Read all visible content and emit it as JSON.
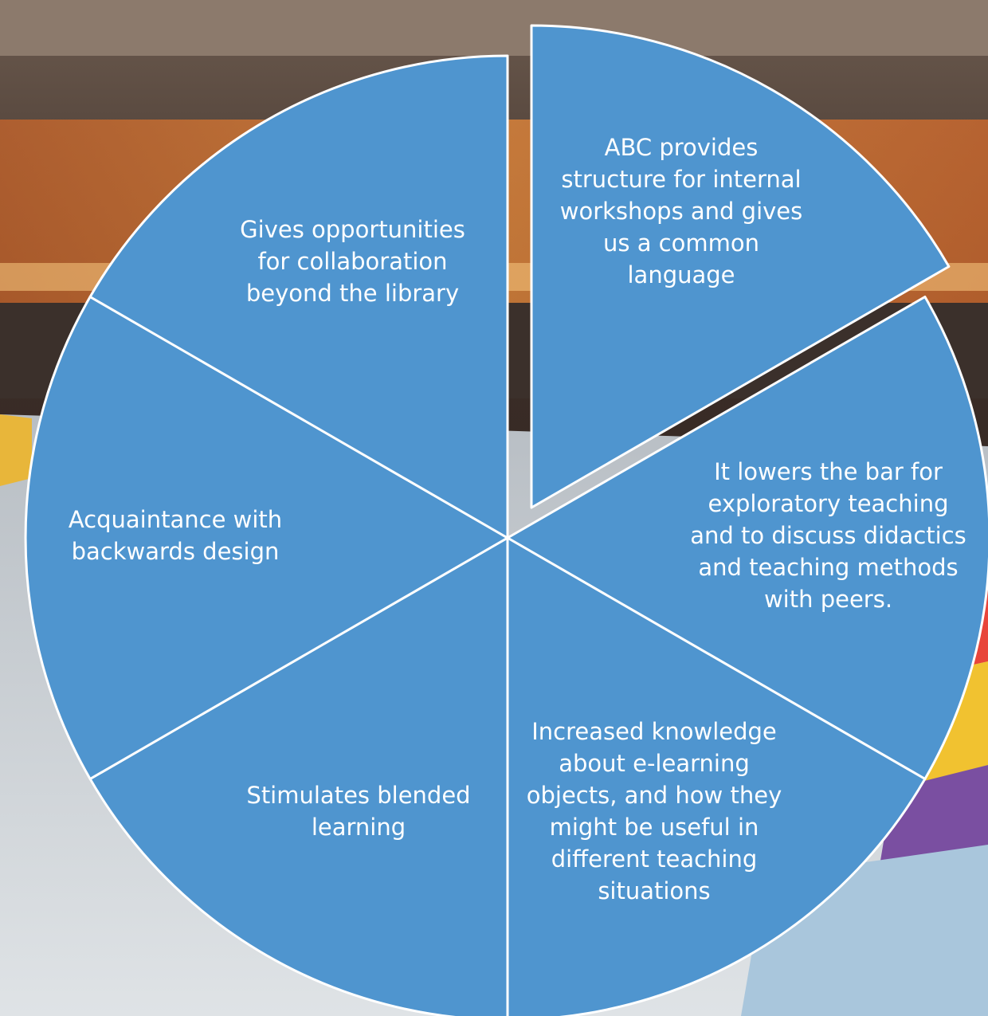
{
  "slices": [
    {
      "id": "abc-structure",
      "text": "ABC provides\nstructure for internal\nworkshops and gives\nus a common\nlanguage",
      "exploded": true
    },
    {
      "id": "exploratory-teaching",
      "text": "It lowers the bar for\nexploratory teaching\nand to discuss didactics\nand teaching methods\nwith peers.",
      "exploded": false
    },
    {
      "id": "e-learning-objects",
      "text": "Increased knowledge\nabout e-learning\nobjects, and how they\nmight be useful in\ndifferent teaching\nsituations",
      "exploded": false
    },
    {
      "id": "blended-learning",
      "text": "Stimulates blended\nlearning",
      "exploded": false
    },
    {
      "id": "backwards-design",
      "text": "Acquaintance with\nbackwards design",
      "exploded": false
    },
    {
      "id": "collaboration",
      "text": "Gives opportunities\nfor collaboration\nbeyond the library",
      "exploded": false
    }
  ],
  "colors": {
    "slice_fill": "#4f95cf",
    "slice_stroke": "#ffffff",
    "text": "#ffffff"
  }
}
